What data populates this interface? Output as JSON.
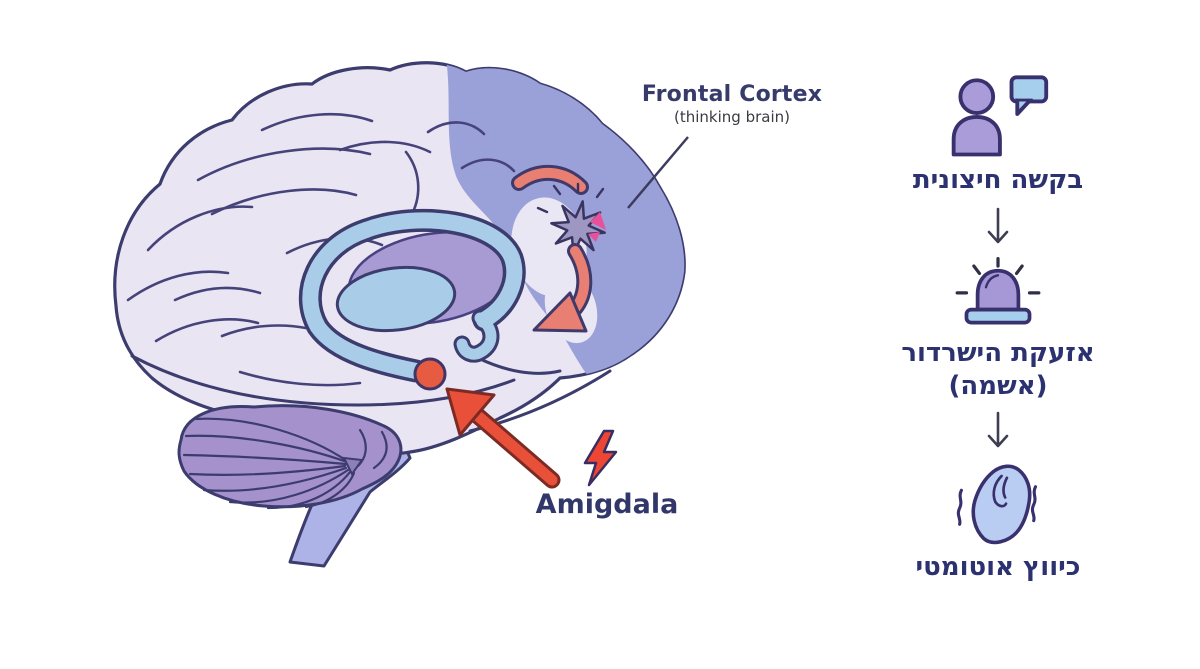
{
  "brain_labels": {
    "frontal_title": "Frontal Cortex",
    "frontal_subtitle": "(thinking brain)",
    "amygdala_title": "Amigdala"
  },
  "flow_panel": {
    "steps": [
      {
        "icon": "person-speech-icon",
        "lines": [
          "בקשה חיצונית"
        ]
      },
      {
        "icon": "siren-icon",
        "lines": [
          "אזעקת הישרדור",
          "(אשמה)"
        ]
      },
      {
        "icon": "clenched-fist-icon",
        "lines": [
          "כיווץ אוטומטי"
        ]
      }
    ]
  },
  "colors": {
    "background": "#ffffff",
    "brain_light": "#e9e5f3",
    "frontal_purple": "#9aa0d8",
    "limbic_blue": "#a9cde9",
    "inner_purple": "#a89bd3",
    "cerebellum_purple": "#a591cb",
    "brainstem_blue": "#adb3e6",
    "outline_navy": "#3c3c6e",
    "amygdala_red": "#e85b43",
    "arrow_salmon": "#e87f72",
    "arrow_red": "#e8503a",
    "lightning_red": "#ee4633",
    "spark_purple": "#9e97c4",
    "spark_pink": "#e8519a",
    "text_navy": "#2c3170"
  }
}
